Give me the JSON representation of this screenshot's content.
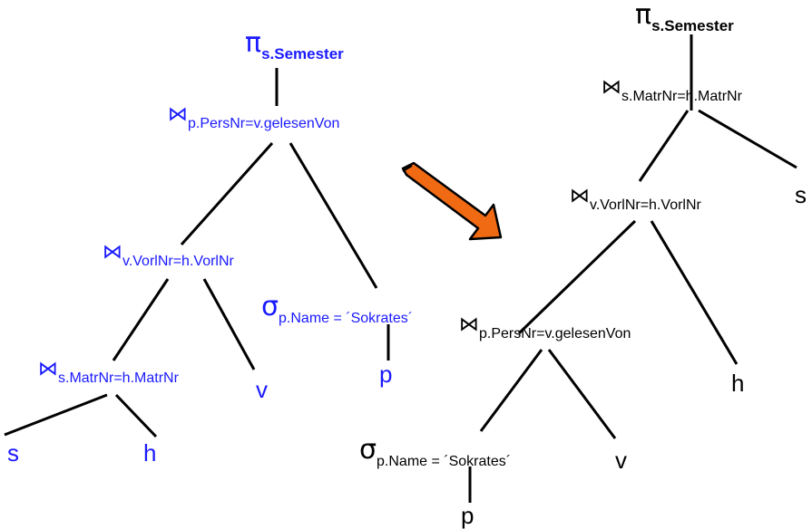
{
  "colors": {
    "left_tree": "#1a1aff",
    "right_tree": "#000000",
    "arrow_fill": "#f06a14",
    "arrow_stroke": "#000000"
  },
  "symbols": {
    "projection": "π",
    "join": "⋈",
    "selection": "σ"
  },
  "left_tree": {
    "projection": "s.Semester",
    "join_top": "p.PersNr=v.gelesenVon",
    "join_mid": "v.VorlNr=h.VorlNr",
    "join_bottom": "s.MatrNr=h.MatrNr",
    "selection": "p.Name = ´Sokrates´",
    "leaves": {
      "s": "s",
      "h": "h",
      "v": "v",
      "p": "p"
    }
  },
  "right_tree": {
    "projection": "s.Semester",
    "join_top": "s.MatrNr=h.MatrNr",
    "join_mid": "v.VorlNr=h.VorlNr",
    "join_bottom": "p.PersNr=v.gelesenVon",
    "selection": "p.Name = ´Sokrates´",
    "leaves": {
      "s": "s",
      "h": "h",
      "v": "v",
      "p": "p"
    }
  }
}
